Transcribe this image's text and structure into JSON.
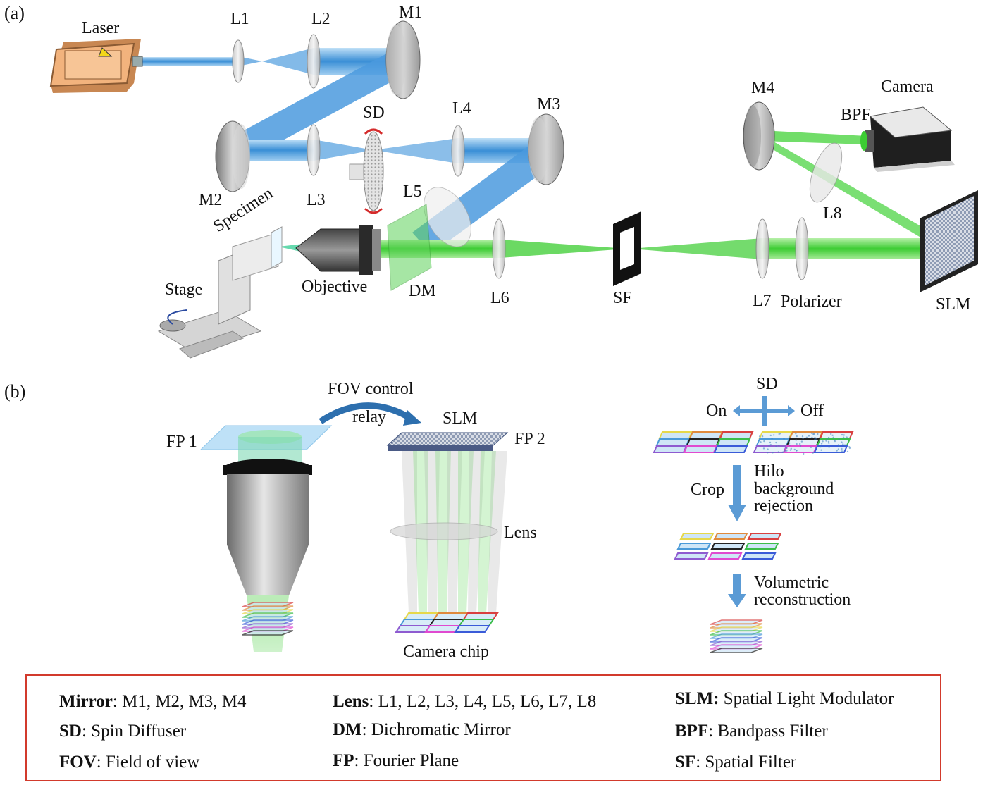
{
  "panels": {
    "a": "(a)",
    "b": "(b)"
  },
  "components_a": {
    "laser": "Laser",
    "l1": "L1",
    "l2": "L2",
    "m1": "M1",
    "m2": "M2",
    "l3": "L3",
    "sd": "SD",
    "l4": "L4",
    "m3": "M3",
    "l5": "L5",
    "specimen": "Specimen",
    "stage": "Stage",
    "objective": "Objective",
    "dm": "DM",
    "l6": "L6",
    "sf": "SF",
    "l7": "L7",
    "polarizer": "Polarizer",
    "slm": "SLM",
    "m4": "M4",
    "camera": "Camera",
    "bpf": "BPF",
    "l8": "L8"
  },
  "panel_b": {
    "fov_control": "FOV control",
    "relay": "relay",
    "fp1": "FP 1",
    "slm": "SLM",
    "fp2": "FP 2",
    "lens": "Lens",
    "camera_chip": "Camera chip",
    "sd": "SD",
    "on": "On",
    "off": "Off",
    "crop": "Crop",
    "hilo_line1": "Hilo",
    "hilo_line2": "background",
    "hilo_line3": "rejection",
    "vol_line1": "Volumetric",
    "vol_line2": "reconstruction"
  },
  "legend": [
    {
      "abbr": "Mirror",
      "sep": ": ",
      "text": "M1, M2, M3, M4"
    },
    {
      "abbr": "Lens",
      "sep": ": ",
      "text": "L1, L2, L3, L4, L5, L6, L7, L8"
    },
    {
      "abbr": "SLM:",
      "sep": " ",
      "text": "Spatial Light Modulator"
    },
    {
      "abbr": "SD",
      "sep": ": ",
      "text": "Spin Diffuser"
    },
    {
      "abbr": "DM",
      "sep": ": ",
      "text": "Dichromatic Mirror"
    },
    {
      "abbr": "BPF",
      "sep": ": ",
      "text": "Bandpass Filter"
    },
    {
      "abbr": "FOV",
      "sep": ": ",
      "text": "Field of view"
    },
    {
      "abbr": "FP",
      "sep": ": ",
      "text": "Fourier Plane"
    },
    {
      "abbr": "SF",
      "sep": ": ",
      "text": "Spatial Filter"
    }
  ],
  "colors": {
    "blue_beam": "#3a8fd6",
    "green_beam": "#39c43a",
    "legend_border": "#d23a2c",
    "laser_body": "#e9a46f"
  }
}
